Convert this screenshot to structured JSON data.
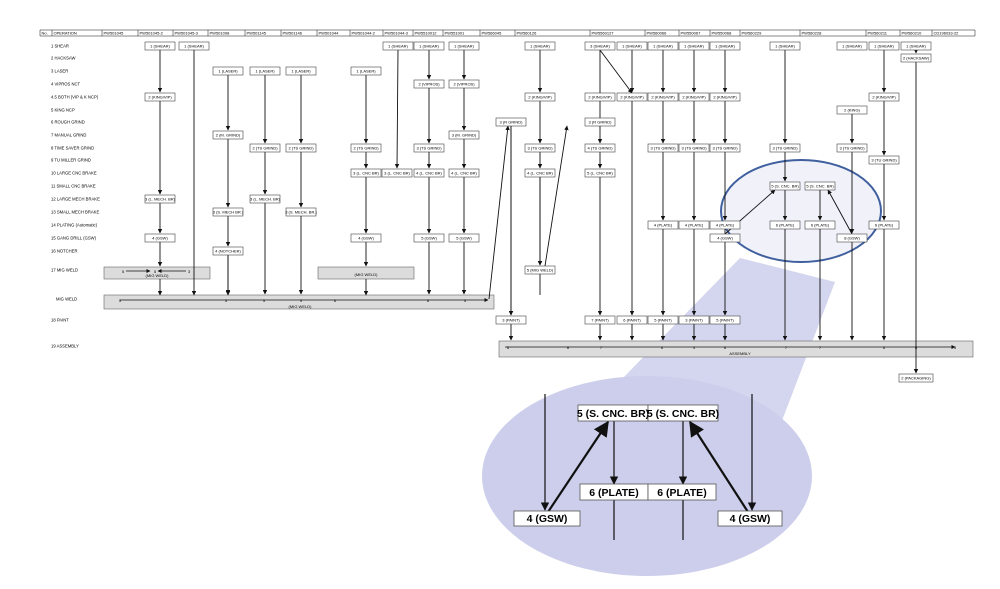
{
  "header": {
    "cells": [
      "No.",
      "OPERATION",
      "PW501045",
      "PW501045-2",
      "PW501045-3",
      "PW501098",
      "PW501145",
      "PW501146",
      "PW501044",
      "PW501044-2",
      "PW501044-3",
      "PW5510012",
      "PW551001",
      "PW566045",
      "PW560126",
      "PW5560127",
      "PW560066",
      "PW550067",
      "PW550068",
      "PW560229",
      "PW560228",
      "PW560211",
      "PW560210",
      "CD196033-22"
    ]
  },
  "operations": [
    {
      "no": "1",
      "name": "SHEAR"
    },
    {
      "no": "2",
      "name": "HACKSAW"
    },
    {
      "no": "3",
      "name": "LASER"
    },
    {
      "no": "4",
      "name": "VIPROS NCT"
    },
    {
      "no": "4.5",
      "name": "BOTH (VIP & K NCP)"
    },
    {
      "no": "5",
      "name": "KING NCP"
    },
    {
      "no": "6",
      "name": "ROUGH GRIND"
    },
    {
      "no": "7",
      "name": "MANUAL GRIND"
    },
    {
      "no": "8",
      "name": "TIME SAVER GRIND"
    },
    {
      "no": "9",
      "name": "TU MILLER GRIND"
    },
    {
      "no": "10",
      "name": "LARGE CNC BRAKE"
    },
    {
      "no": "11",
      "name": "SMALL CNC BRAKE"
    },
    {
      "no": "12",
      "name": "LARGE MECH BRAKE"
    },
    {
      "no": "13",
      "name": "SMALL MECH BRAKE"
    },
    {
      "no": "14",
      "name": "PLATING (Automatic)"
    },
    {
      "no": "15",
      "name": "GANG DRILL (GSW)"
    },
    {
      "no": "16",
      "name": "NOTCHER"
    },
    {
      "no": "17",
      "name": "MIG WELD"
    },
    {
      "no": "",
      "name": "MIG WELD"
    },
    {
      "no": "18",
      "name": "PAINT"
    },
    {
      "no": "19",
      "name": "ASSEMBLY"
    }
  ],
  "boxes": [
    {
      "id": "a1",
      "label": "1 (SHEAR)"
    },
    {
      "id": "b1",
      "label": "1 (SHEAR)"
    },
    {
      "id": "j1",
      "label": "1 (SHEAR)"
    },
    {
      "id": "k1",
      "label": "1 (SHEAR)"
    },
    {
      "id": "l1",
      "label": "1 (SHEAR)"
    },
    {
      "id": "n1",
      "label": "1 (SHEAR)"
    },
    {
      "id": "o1",
      "label": "3 (SHEAR)"
    },
    {
      "id": "p1",
      "label": "1 (SHEAR)"
    },
    {
      "id": "q1",
      "label": "1 (SHEAR)"
    },
    {
      "id": "r1",
      "label": "1 (SHEAR)"
    },
    {
      "id": "s1",
      "label": "1 (SHEAR)"
    },
    {
      "id": "t1",
      "label": "1 (SHEAR)"
    },
    {
      "id": "u1",
      "label": "1 (SHEAR)"
    },
    {
      "id": "v1",
      "label": "1 (SHEAR)"
    },
    {
      "id": "w1",
      "label": "1 (SHEAR)"
    },
    {
      "id": "w2",
      "label": "2 (HACKSAW)"
    },
    {
      "id": "d3",
      "label": "1 (LASER)"
    },
    {
      "id": "e3",
      "label": "1 (LASER)"
    },
    {
      "id": "f3",
      "label": "1 (LASER)"
    },
    {
      "id": "h3",
      "label": "1 (LASER)"
    },
    {
      "id": "k4",
      "label": "2 (VIPROS)"
    },
    {
      "id": "l4",
      "label": "2 (VIPROS)"
    },
    {
      "id": "a45",
      "label": "2 (KING/VIP)"
    },
    {
      "id": "n45",
      "label": "2 (KING/VIP)"
    },
    {
      "id": "o45",
      "label": "2 (KING/VIP)"
    },
    {
      "id": "p45",
      "label": "2 (KING/VIP)"
    },
    {
      "id": "q45",
      "label": "2 (KING/VIP)"
    },
    {
      "id": "r45",
      "label": "2 (KING/VIP)"
    },
    {
      "id": "s45",
      "label": "2 (KING/VIP)"
    },
    {
      "id": "w45",
      "label": "2 (KING/VIP)"
    },
    {
      "id": "v5",
      "label": "2 (KING)"
    },
    {
      "id": "m6",
      "label": "3 (R GRIND)"
    },
    {
      "id": "n6",
      "label": "3 (R GRIND)"
    },
    {
      "id": "d7",
      "label": "2 (M. GRIND)"
    },
    {
      "id": "l7",
      "label": "3 (M. GRIND)"
    },
    {
      "id": "e8",
      "label": "2 (TS GRIND)"
    },
    {
      "id": "f8",
      "label": "2 (TS GRIND)"
    },
    {
      "id": "h8",
      "label": "2 (TS GRIND)"
    },
    {
      "id": "k8",
      "label": "3 (TS GRIND)"
    },
    {
      "id": "n8",
      "label": "3 (TS GRIND)"
    },
    {
      "id": "o8",
      "label": "4 (TS GRIND)"
    },
    {
      "id": "q8",
      "label": "3 (TS GRIND)"
    },
    {
      "id": "r8",
      "label": "3 (TS GRIND)"
    },
    {
      "id": "s8",
      "label": "3 (TS GRIND)"
    },
    {
      "id": "t8",
      "label": "3 (TS GRIND)"
    },
    {
      "id": "v8",
      "label": "3 (TS GRIND)"
    },
    {
      "id": "w9",
      "label": "3 (TU GRIND)"
    },
    {
      "id": "h10",
      "label": "3 (L. CNC BR)"
    },
    {
      "id": "i10",
      "label": "3 (L. CNC BR)"
    },
    {
      "id": "k10",
      "label": "4 (L. CNC BR)"
    },
    {
      "id": "l10",
      "label": "4 (L. CNC BR)"
    },
    {
      "id": "n10",
      "label": "4 (L. CNC BR)"
    },
    {
      "id": "o10",
      "label": "5 (L. CNC BR)"
    },
    {
      "id": "t11",
      "label": "5 (S. CNC. BR)"
    },
    {
      "id": "u11",
      "label": "5 (S. CNC. BR)"
    },
    {
      "id": "a12",
      "label": "3 (L. MECH. BR)"
    },
    {
      "id": "e12",
      "label": "3 (L. MECH. BR)"
    },
    {
      "id": "d13",
      "label": "3 (S. MECH BR.)"
    },
    {
      "id": "f13",
      "label": "3 (S. MECH. BR.)"
    },
    {
      "id": "q14",
      "label": "4 (PLATE)"
    },
    {
      "id": "r14",
      "label": "4 (PLATE)"
    },
    {
      "id": "s14",
      "label": "4 (PLATE)"
    },
    {
      "id": "t14",
      "label": "6 (PLATE)"
    },
    {
      "id": "u14",
      "label": "6 (PLATE)"
    },
    {
      "id": "w14",
      "label": "6 (PLATE)"
    },
    {
      "id": "a15",
      "label": "4 (GSW)"
    },
    {
      "id": "h15",
      "label": "4 (GSW)"
    },
    {
      "id": "k15",
      "label": "5 (GSW)"
    },
    {
      "id": "l15",
      "label": "5 (GSW)"
    },
    {
      "id": "s15",
      "label": "4 (GSW)"
    },
    {
      "id": "v15",
      "label": "8 (GSW)"
    },
    {
      "id": "d16",
      "label": "4 (NOTCHER)"
    },
    {
      "id": "n17",
      "label": "5 (MIG WELD)"
    },
    {
      "id": "m18",
      "label": "3 (PAINT)"
    },
    {
      "id": "o18",
      "label": "7 (PAINT)"
    },
    {
      "id": "p18",
      "label": "6 (PAINT)"
    },
    {
      "id": "q18",
      "label": "5 (PAINT)"
    },
    {
      "id": "r18",
      "label": "3 (PAINT)"
    },
    {
      "id": "s18",
      "label": "5 (PAINT)"
    },
    {
      "id": "pkg",
      "label": "2 (PACKAGING)"
    }
  ],
  "weld_bars": {
    "left_label": "(MIG WELD)",
    "mid_label": "(MIG WELD)",
    "long_label": "(MIG WELD)",
    "left_nums": [
      "5",
      "5",
      "3"
    ],
    "long_nums": [
      "5",
      "5",
      "5",
      "5",
      "6",
      "6",
      "5"
    ]
  },
  "assembly_bar": {
    "label": "ASSEMBLY",
    "nums": [
      "6",
      "8",
      "7",
      "6",
      "4",
      "6",
      "7",
      "7",
      "6",
      "5",
      "3"
    ]
  },
  "zoom": {
    "box_top_left": "5 (S. CNC. BR)",
    "box_top_right": "5 (S. CNC. BR)",
    "box_mid_left": "6 (PLATE)",
    "box_mid_right": "6 (PLATE)",
    "box_bottom_left": "4 (GSW)",
    "box_bottom_right": "4 (GSW)"
  },
  "colors": {
    "zoom_fill": "#ccceeb",
    "zoom_ring": "#3f5f9e",
    "bar_fill": "#dcdcdc",
    "line": "#111111"
  }
}
